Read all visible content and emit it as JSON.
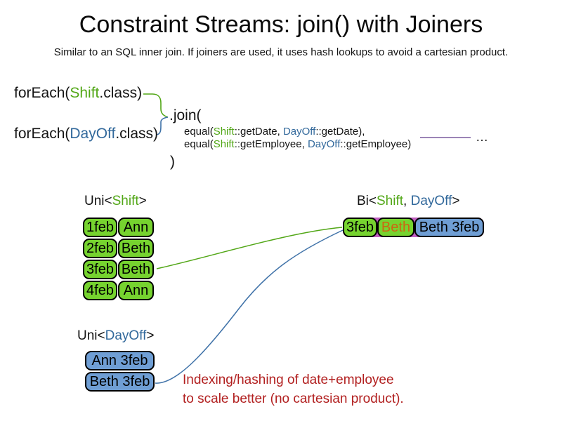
{
  "slide": {
    "title": "Constraint Streams: join() with Joiners",
    "subtitle": "Similar to an SQL inner join. If joiners are used, it uses hash lookups to avoid a cartesian product.",
    "colors": {
      "shift_green": "#52a717",
      "dayoff_blue": "#31689b",
      "cell_green": "#76d32f",
      "cell_blue": "#6f9ed4",
      "name_orange": "#cc6612",
      "annotation_red": "#b22020",
      "joiner_line_purple": "#7a5c9e",
      "tuple_violet": "#c05fc0"
    }
  },
  "code": {
    "foreach_shift": {
      "prefix": "forEach(",
      "class_name": "Shift",
      "suffix": ".class)"
    },
    "foreach_dayoff": {
      "prefix": "forEach(",
      "class_name": "DayOff",
      "suffix": ".class)"
    },
    "join_open": ".join(",
    "joiners": [
      {
        "prefix": "equal(",
        "left_class": "Shift",
        "left_rest": "::getDate, ",
        "right_class": "DayOff",
        "right_rest": "::getDate),"
      },
      {
        "prefix": "equal(",
        "left_class": "Shift",
        "left_rest": "::getEmployee, ",
        "right_class": "DayOff",
        "right_rest": "::getEmployee)"
      }
    ],
    "ellipsis": "…",
    "join_close": ")"
  },
  "uni_shift": {
    "label_prefix": "Uni<",
    "label_class": "Shift",
    "label_suffix": ">",
    "rows": [
      {
        "date": "1feb",
        "name": "Ann"
      },
      {
        "date": "2feb",
        "name": "Beth"
      },
      {
        "date": "3feb",
        "name": "Beth"
      },
      {
        "date": "4feb",
        "name": "Ann"
      }
    ]
  },
  "bi": {
    "label_prefix": "Bi<",
    "label_shift": "Shift",
    "label_comma": ", ",
    "label_dayoff": "DayOff",
    "label_suffix": ">",
    "row": {
      "date": "3feb",
      "name": "Beth",
      "dayoff": "Beth 3feb"
    }
  },
  "uni_dayoff": {
    "label_prefix": "Uni<",
    "label_class": "DayOff",
    "label_suffix": ">",
    "rows": [
      {
        "text": "Ann 3feb"
      },
      {
        "text": "Beth 3feb"
      }
    ]
  },
  "annotation": {
    "line1": "Indexing/hashing of date+employee",
    "line2": "to scale better (no cartesian product)."
  }
}
